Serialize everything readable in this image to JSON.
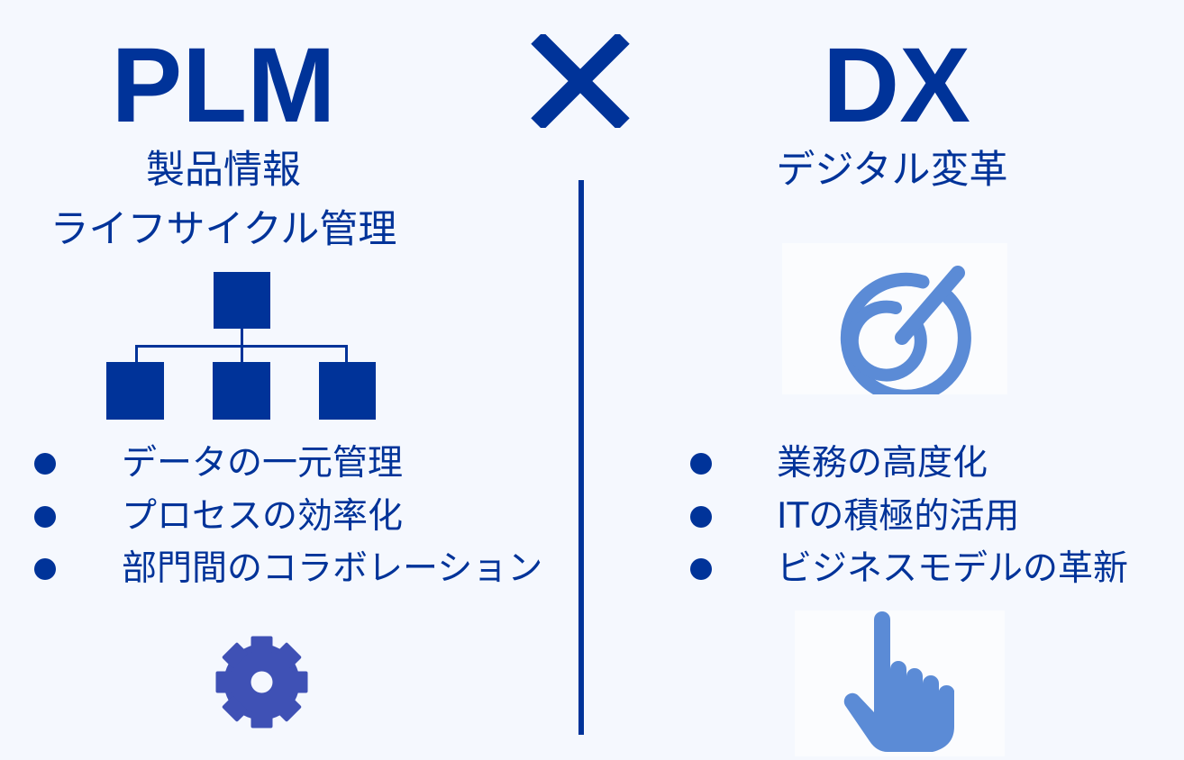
{
  "left": {
    "title": "PLM",
    "subtitle_line1": "製品情報",
    "subtitle_line2": "ライフサイクル管理",
    "icon": "hierarchy-icon",
    "bullets": [
      "データの一元管理",
      "プロセスの効率化",
      "部門間のコラボレーション"
    ],
    "bottom_icon": "gear-icon"
  },
  "cross": "×",
  "right": {
    "title": "DX",
    "subtitle": "デジタル変革",
    "icon": "target-icon",
    "bullets": [
      "業務の高度化",
      "ITの積極的活用",
      "ビジネスモデルの革新"
    ],
    "bottom_icon": "pointer-hand-icon"
  },
  "colors": {
    "primary": "#003399",
    "icon_blue": "#5b8bd6",
    "gear": "#3f51b5",
    "background": "#f5f8fe"
  }
}
